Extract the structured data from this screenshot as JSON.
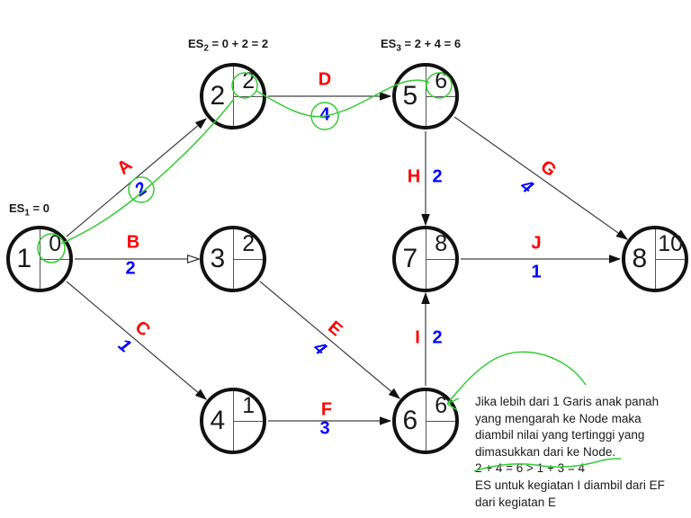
{
  "es_annotations": [
    {
      "base": "ES",
      "sub": "1",
      "eq": " = 0"
    },
    {
      "base": "ES",
      "sub": "2",
      "eq": " = 0 + 2 = 2"
    },
    {
      "base": "ES",
      "sub": "3",
      "eq": " = 2 + 4 = 6"
    }
  ],
  "nodes": [
    {
      "number": "1",
      "es": "0"
    },
    {
      "number": "2",
      "es": "2"
    },
    {
      "number": "3",
      "es": "2"
    },
    {
      "number": "4",
      "es": "1"
    },
    {
      "number": "5",
      "es": "6"
    },
    {
      "number": "6",
      "es": "6"
    },
    {
      "number": "7",
      "es": "8"
    },
    {
      "number": "8",
      "es": "10"
    }
  ],
  "activities": [
    {
      "label": "A",
      "duration": "2",
      "from": "1",
      "to": "2"
    },
    {
      "label": "B",
      "duration": "2",
      "from": "1",
      "to": "3"
    },
    {
      "label": "C",
      "duration": "1",
      "from": "1",
      "to": "4"
    },
    {
      "label": "D",
      "duration": "4",
      "from": "2",
      "to": "5"
    },
    {
      "label": "E",
      "duration": "4",
      "from": "3",
      "to": "6"
    },
    {
      "label": "F",
      "duration": "3",
      "from": "4",
      "to": "6"
    },
    {
      "label": "G",
      "duration": "4",
      "from": "5",
      "to": "8"
    },
    {
      "label": "H",
      "duration": "2",
      "from": "5",
      "to": "7"
    },
    {
      "label": "I",
      "duration": "2",
      "from": "6",
      "to": "7"
    },
    {
      "label": "J",
      "duration": "1",
      "from": "7",
      "to": "8"
    }
  ],
  "note": {
    "lines": [
      "Jika lebih dari 1 Garis anak panah",
      "yang mengarah ke Node maka",
      "diambil nilai yang tertinggi yang",
      "dimasukkan dari ke Node.",
      "2 + 4 = 6 > 1 + 3 = 4",
      "ES untuk kegiatan I diambil dari EF",
      "dari kegiatan E"
    ]
  },
  "colors": {
    "activity_label": "#ff0000",
    "duration": "#0000ff",
    "annotation_green": "#33cc33",
    "edge_line": "#404040",
    "node_border": "#111111"
  }
}
